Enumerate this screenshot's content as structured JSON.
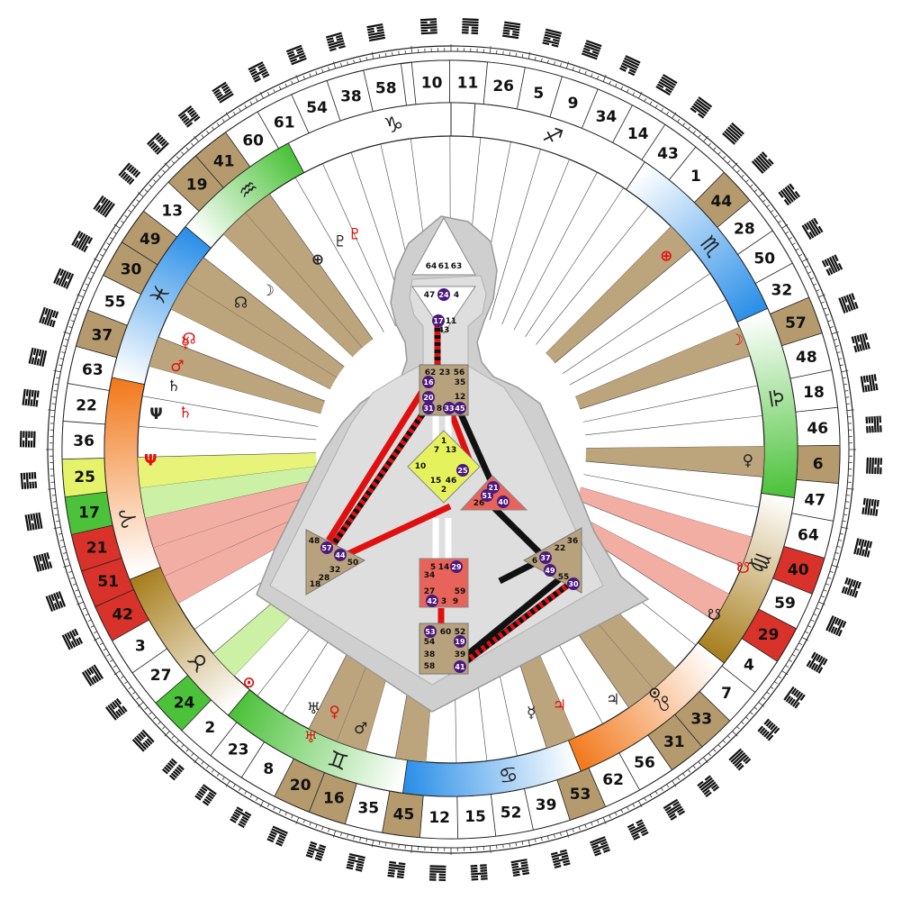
{
  "colors": {
    "tan": "#b59a6e",
    "tan_light": "#e6d8bd",
    "green": "#4cc23a",
    "green_light": "#c6f09b",
    "blue": "#2b8fe8",
    "blue_light": "#cfe7fb",
    "orange": "#f27a1e",
    "orange_light": "#fcd4b0",
    "olive": "#a87f1e",
    "red": "#d8322a",
    "red_light": "#f2a59a",
    "yellow": "#e4f36a",
    "body_gray": "#c9c9c9",
    "center_tan": "#b8a27e",
    "center_yellow": "#e6f25c",
    "center_red": "#e8645a",
    "purple": "#4b1a7c"
  },
  "gate_ring": [
    {
      "gate": "10",
      "angle": 93,
      "hex": "101101"
    },
    {
      "gate": "11",
      "angle": 87.4,
      "hex": "000111"
    },
    {
      "gate": "26",
      "angle": 81.8,
      "hex": "100111"
    },
    {
      "gate": "5",
      "angle": 76.2,
      "hex": "010111"
    },
    {
      "gate": "9",
      "angle": 70.6,
      "hex": "110111"
    },
    {
      "gate": "34",
      "angle": 65,
      "hex": "001111"
    },
    {
      "gate": "14",
      "angle": 59.4,
      "hex": "101111"
    },
    {
      "gate": "43",
      "angle": 53.8,
      "hex": "011111"
    },
    {
      "gate": "1",
      "angle": 48.2,
      "hex": "111111"
    },
    {
      "gate": "44",
      "angle": 42.6,
      "hex": "111110",
      "fill": "tan"
    },
    {
      "gate": "28",
      "angle": 37,
      "hex": "011110"
    },
    {
      "gate": "50",
      "angle": 31.4,
      "hex": "101110"
    },
    {
      "gate": "32",
      "angle": 25.8,
      "hex": "001110"
    },
    {
      "gate": "57",
      "angle": 20.2,
      "hex": "110110",
      "fill": "tan"
    },
    {
      "gate": "48",
      "angle": 14.6,
      "hex": "010110"
    },
    {
      "gate": "18",
      "angle": 9,
      "hex": "100110"
    },
    {
      "gate": "46",
      "angle": 3.4,
      "hex": "000110"
    },
    {
      "gate": "6",
      "angle": -2.2,
      "hex": "111010",
      "fill": "tan"
    },
    {
      "gate": "47",
      "angle": -7.8,
      "hex": "011010"
    },
    {
      "gate": "64",
      "angle": -13.4,
      "hex": "101010"
    },
    {
      "gate": "40",
      "angle": -19,
      "hex": "001010",
      "fill": "red"
    },
    {
      "gate": "59",
      "angle": -24.6,
      "hex": "110010"
    },
    {
      "gate": "29",
      "angle": -30.2,
      "hex": "010010",
      "fill": "red"
    },
    {
      "gate": "4",
      "angle": -35.8,
      "hex": "100010"
    },
    {
      "gate": "7",
      "angle": -41.4,
      "hex": "000010"
    },
    {
      "gate": "33",
      "angle": -47,
      "hex": "111100",
      "fill": "tan"
    },
    {
      "gate": "31",
      "angle": -52.6,
      "hex": "011100",
      "fill": "tan"
    },
    {
      "gate": "56",
      "angle": -58.2,
      "hex": "101100"
    },
    {
      "gate": "62",
      "angle": -63.8,
      "hex": "001100"
    },
    {
      "gate": "53",
      "angle": -69.4,
      "hex": "110100",
      "fill": "tan"
    },
    {
      "gate": "39",
      "angle": -75,
      "hex": "010100"
    },
    {
      "gate": "52",
      "angle": -80.6,
      "hex": "100100"
    },
    {
      "gate": "15",
      "angle": -86.2,
      "hex": "000100"
    },
    {
      "gate": "12",
      "angle": -91.8,
      "hex": "111000"
    },
    {
      "gate": "45",
      "angle": -97.4,
      "hex": "011000",
      "fill": "tan"
    },
    {
      "gate": "35",
      "angle": -103,
      "hex": "101000"
    },
    {
      "gate": "16",
      "angle": -108.6,
      "hex": "001000",
      "fill": "tan"
    },
    {
      "gate": "20",
      "angle": -114.2,
      "hex": "110000",
      "fill": "tan"
    },
    {
      "gate": "8",
      "angle": -119.8,
      "hex": "010000"
    },
    {
      "gate": "23",
      "angle": -125.4,
      "hex": "100000"
    },
    {
      "gate": "2",
      "angle": -131,
      "hex": "000000"
    },
    {
      "gate": "24",
      "angle": -136.6,
      "hex": "100011",
      "fill": "green"
    },
    {
      "gate": "27",
      "angle": -142.2,
      "hex": "010011"
    },
    {
      "gate": "3",
      "angle": -147.8,
      "hex": "110011"
    },
    {
      "gate": "42",
      "angle": -153.4,
      "hex": "001011",
      "fill": "red"
    },
    {
      "gate": "51",
      "angle": -159,
      "hex": "101011",
      "fill": "red"
    },
    {
      "gate": "21",
      "angle": -164.6,
      "hex": "011011",
      "fill": "red"
    },
    {
      "gate": "17",
      "angle": -170.2,
      "hex": "111011",
      "fill": "green"
    },
    {
      "gate": "25",
      "angle": -175.8,
      "hex": "000101",
      "fill": "yellow"
    },
    {
      "gate": "36",
      "angle": 178.6,
      "hex": "100101"
    },
    {
      "gate": "22",
      "angle": 173,
      "hex": "010101"
    },
    {
      "gate": "63",
      "angle": 167.4,
      "hex": "110101"
    },
    {
      "gate": "37",
      "angle": 161.8,
      "hex": "001101",
      "fill": "tan"
    },
    {
      "gate": "55",
      "angle": 156.2,
      "hex": "101101"
    },
    {
      "gate": "30",
      "angle": 150.6,
      "hex": "011101",
      "fill": "tan"
    },
    {
      "gate": "49",
      "angle": 145,
      "hex": "111101",
      "fill": "tan"
    },
    {
      "gate": "13",
      "angle": 139.4,
      "hex": "000001"
    },
    {
      "gate": "19",
      "angle": 133.8,
      "hex": "100001",
      "fill": "tan"
    },
    {
      "gate": "41",
      "angle": 128.2,
      "hex": "010001",
      "fill": "tan"
    },
    {
      "gate": "60",
      "angle": 122.6,
      "hex": "110001"
    },
    {
      "gate": "61",
      "angle": 117,
      "hex": "001001"
    },
    {
      "gate": "54",
      "angle": 111.4,
      "hex": "101001"
    },
    {
      "gate": "38",
      "angle": 105.8,
      "hex": "011001"
    },
    {
      "gate": "58",
      "angle": 100.2,
      "hex": "111001"
    }
  ],
  "zodiac_ring": [
    {
      "glyph": "♑",
      "name": "capricorn",
      "start": 86,
      "end": 118,
      "color": "none",
      "glyph_angle": 100
    },
    {
      "glyph": "♐",
      "name": "sagittarius",
      "start": 56,
      "end": 86,
      "color": "none",
      "glyph_angle": 72
    },
    {
      "glyph": "♏",
      "name": "scorpio",
      "start": 24,
      "end": 56,
      "color": "blue",
      "glyph_angle": 38
    },
    {
      "glyph": "♎",
      "name": "libra",
      "start": -8,
      "end": 24,
      "color": "green",
      "glyph_angle": 9
    },
    {
      "glyph": "♍",
      "name": "virgo",
      "start": -38,
      "end": -8,
      "color": "olive",
      "glyph_angle": -20
    },
    {
      "glyph": "♌",
      "name": "leo",
      "start": -68,
      "end": -38,
      "color": "orange",
      "glyph_angle": -50
    },
    {
      "glyph": "♋",
      "name": "cancer",
      "start": -98,
      "end": -68,
      "color": "blue",
      "glyph_angle": -80
    },
    {
      "glyph": "♊",
      "name": "gemini",
      "start": -130,
      "end": -98,
      "color": "green",
      "glyph_angle": -110
    },
    {
      "glyph": "♉",
      "name": "taurus",
      "start": -158,
      "end": -130,
      "color": "olive",
      "glyph_angle": -140
    },
    {
      "glyph": "♈",
      "name": "aries",
      "start": 168,
      "end": 202,
      "color": "orange",
      "glyph_angle": -168
    },
    {
      "glyph": "♓",
      "name": "pisces",
      "start": 140,
      "end": 168,
      "color": "blue",
      "glyph_angle": 152
    },
    {
      "glyph": "♒",
      "name": "aquarius",
      "start": 118,
      "end": 140,
      "color": "green",
      "glyph_angle": 128
    }
  ],
  "planets": [
    {
      "glyph": "♇",
      "angle": 118,
      "r": 262,
      "color": "#222"
    },
    {
      "glyph": "♇",
      "angle": 114,
      "r": 262,
      "color": "#e01010"
    },
    {
      "glyph": "⊕",
      "angle": 125,
      "r": 258,
      "color": "#222"
    },
    {
      "glyph": "☽",
      "angle": 139,
      "r": 270,
      "color": "#222"
    },
    {
      "glyph": "☊",
      "angle": 145,
      "r": 285,
      "color": "#222"
    },
    {
      "glyph": "☊",
      "angle": 157,
      "r": 316,
      "color": "#e01010"
    },
    {
      "glyph": "⊕",
      "angle": 42,
      "r": 322,
      "color": "#e01010"
    },
    {
      "glyph": "☽",
      "angle": 21,
      "r": 340,
      "color": "#e01010"
    },
    {
      "glyph": "♀",
      "angle": -2,
      "r": 330,
      "color": "#222"
    },
    {
      "glyph": "☋",
      "angle": -22,
      "r": 350,
      "color": "#e01010"
    },
    {
      "glyph": "☋",
      "angle": -32,
      "r": 345,
      "color": "#222"
    },
    {
      "glyph": "⊙",
      "angle": -50,
      "r": 352,
      "color": "#222"
    },
    {
      "glyph": "♃",
      "angle": -57,
      "r": 330,
      "color": "#222"
    },
    {
      "glyph": "♃",
      "angle": -67,
      "r": 308,
      "color": "#e01010"
    },
    {
      "glyph": "☿",
      "angle": -73,
      "r": 305,
      "color": "#222"
    },
    {
      "glyph": "♂",
      "angle": -108,
      "r": 325,
      "color": "#222"
    },
    {
      "glyph": "♀",
      "angle": -114,
      "r": 318,
      "color": "#e01010"
    },
    {
      "glyph": "♅",
      "angle": -118,
      "r": 325,
      "color": "#222"
    },
    {
      "glyph": "♅",
      "angle": -116,
      "r": 355,
      "color": "#e01010"
    },
    {
      "glyph": "⊙",
      "angle": -131,
      "r": 342,
      "color": "#e01010"
    },
    {
      "glyph": "Ψ",
      "angle": -178,
      "r": 334,
      "color": "#e01010"
    },
    {
      "glyph": "Ψ",
      "angle": 173,
      "r": 330,
      "color": "#222"
    },
    {
      "glyph": "♄",
      "angle": 172,
      "r": 298,
      "color": "#e01010"
    },
    {
      "glyph": "♄",
      "angle": 167,
      "r": 316,
      "color": "#222"
    },
    {
      "glyph": "♂",
      "angle": 163,
      "r": 318,
      "color": "#e01010"
    },
    {
      "glyph": "☿",
      "angle": 158,
      "r": 318,
      "color": "#e01010"
    }
  ],
  "bodygraph": {
    "head": {
      "gates": [
        "64",
        "61",
        "63"
      ]
    },
    "ajna": {
      "gates": [
        "47",
        "24",
        "4"
      ]
    },
    "throat_top": {
      "gates": [
        "17",
        "11",
        "43"
      ]
    },
    "throat": {
      "gates": [
        "62",
        "23",
        "56",
        "16",
        "35",
        "20",
        "12",
        "31",
        "8",
        "33",
        "45"
      ]
    },
    "g_center": {
      "gates": [
        "1",
        "7",
        "13",
        "10",
        "25",
        "15",
        "46",
        "2"
      ]
    },
    "heart": {
      "gates": [
        "21",
        "51",
        "26",
        "40"
      ]
    },
    "spleen": {
      "gates": [
        "48",
        "57",
        "44",
        "50",
        "32",
        "28",
        "18"
      ]
    },
    "sacral": {
      "gates": [
        "5",
        "14",
        "29",
        "34",
        "27",
        "59",
        "42",
        "3",
        "9"
      ]
    },
    "solar_plexus": {
      "gates": [
        "36",
        "22",
        "6",
        "37",
        "49",
        "55",
        "30"
      ]
    },
    "root": {
      "gates": [
        "53",
        "60",
        "52",
        "54",
        "19",
        "38",
        "39",
        "58",
        "41"
      ]
    }
  }
}
